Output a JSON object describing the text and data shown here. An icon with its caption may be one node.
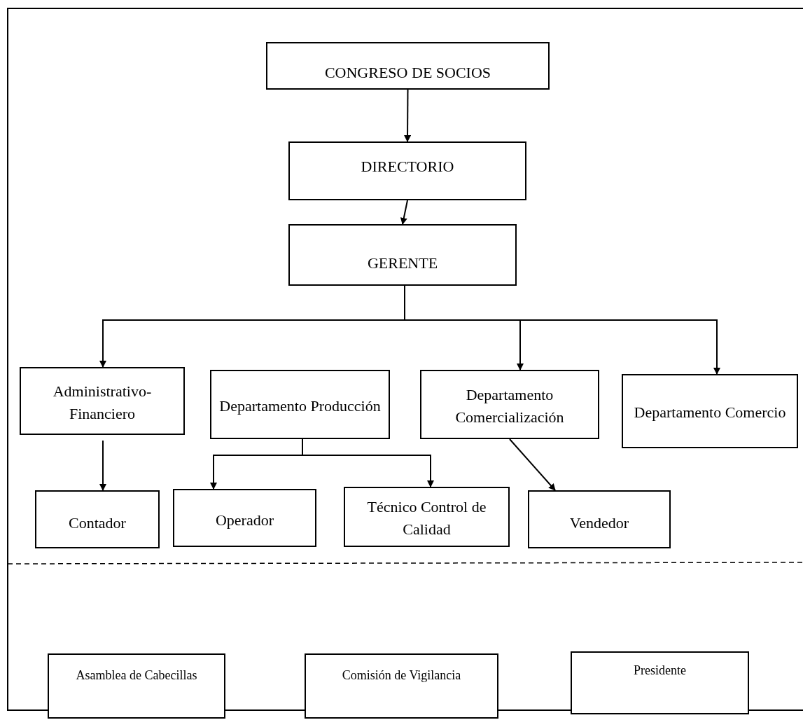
{
  "diagram": {
    "nodes": [
      {
        "text": [
          "CONGRESO DE SOCIOS"
        ]
      },
      {
        "text": [
          "DIRECTORIO"
        ]
      },
      {
        "text": [
          "GERENTE"
        ]
      },
      {
        "text": [
          "Administrativo- Financiero"
        ]
      },
      {
        "text": [
          "Departamento Producción"
        ]
      },
      {
        "text": [
          "Departamento Comercialización"
        ]
      },
      {
        "text": [
          "Departamento Comercio"
        ]
      },
      {
        "text": [
          "Contador"
        ]
      },
      {
        "text": [
          "Operador"
        ]
      },
      {
        "text": [
          "Técnico Control de Calidad"
        ]
      },
      {
        "text": [
          "Vendedor"
        ]
      },
      {
        "text": [
          "Asamblea de Cabecillas"
        ]
      },
      {
        "text": [
          "Comisión de Vigilancia"
        ]
      },
      {
        "text": [
          "Presidente"
        ]
      }
    ],
    "edges": [
      {
        "from": 0,
        "to": 1,
        "arrow": "to"
      },
      {
        "from": 1,
        "to": 2,
        "arrow": "to"
      },
      {
        "from": 2,
        "to": 3,
        "arrow": "to"
      },
      {
        "from": 2,
        "to": 5,
        "arrow": "to"
      },
      {
        "from": 2,
        "to": 6,
        "arrow": "to"
      },
      {
        "from": 3,
        "to": 7,
        "arrow": "to"
      },
      {
        "from": 4,
        "to": 8,
        "arrow": "to"
      },
      {
        "from": 4,
        "to": 9,
        "arrow": "to"
      },
      {
        "from": 5,
        "to": 10,
        "arrow": "to"
      },
      {
        "from": 11,
        "to": 12,
        "arrow": "none"
      },
      {
        "from": 12,
        "to": 13,
        "arrow": "none"
      }
    ]
  }
}
